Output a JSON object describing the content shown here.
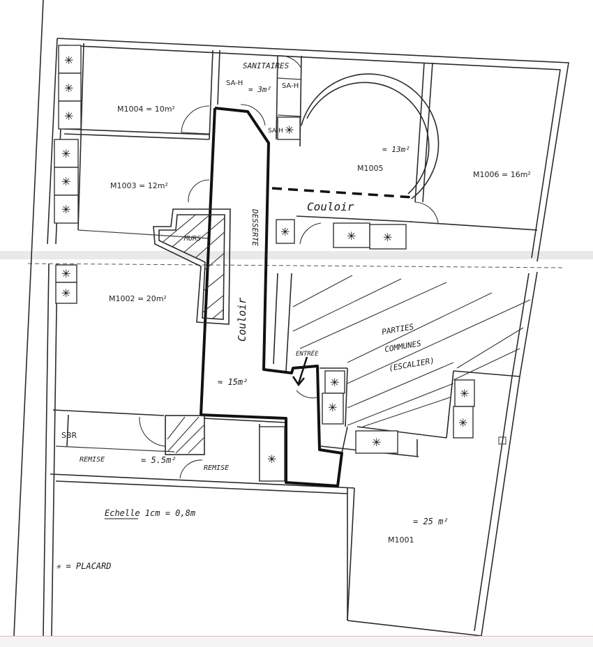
{
  "rooms": {
    "m1004": "M1004 = 10m²",
    "m1003": "M1003 = 12m²",
    "m1002": "M1002 = 20m²",
    "m1005_name": "M1005",
    "m1005_area": "= 13m²",
    "m1006": "M1006 = 16m²",
    "m1001_name": "M1001",
    "m1001_area": "= 25 m²",
    "sanitaires": "SANITAIRES",
    "sah_left": "SA-H",
    "sah_area": "= 3m²",
    "sah_right": "SA-H",
    "sah_small": "SA-H",
    "sbr": "SBR",
    "remise_left": "REMISE",
    "remise_area": "= 5.5m²",
    "remise_right": "REMISE",
    "corridor_area": "≈ 15m²"
  },
  "labels": {
    "couloir_top": "Couloir",
    "couloir_vertical": "Couloir",
    "desserte": "DESSERTE",
    "murs": "MURS",
    "entree": "ENTRÉE",
    "parties_line1": "PARTIES",
    "parties_line2": "COMMUNES",
    "parties_line3": "(ESCALIER)"
  },
  "legend": {
    "scale": "Echelle 1cm = 0,8m",
    "closet": "✳ = PLACARD"
  },
  "closet_symbol": "✳"
}
